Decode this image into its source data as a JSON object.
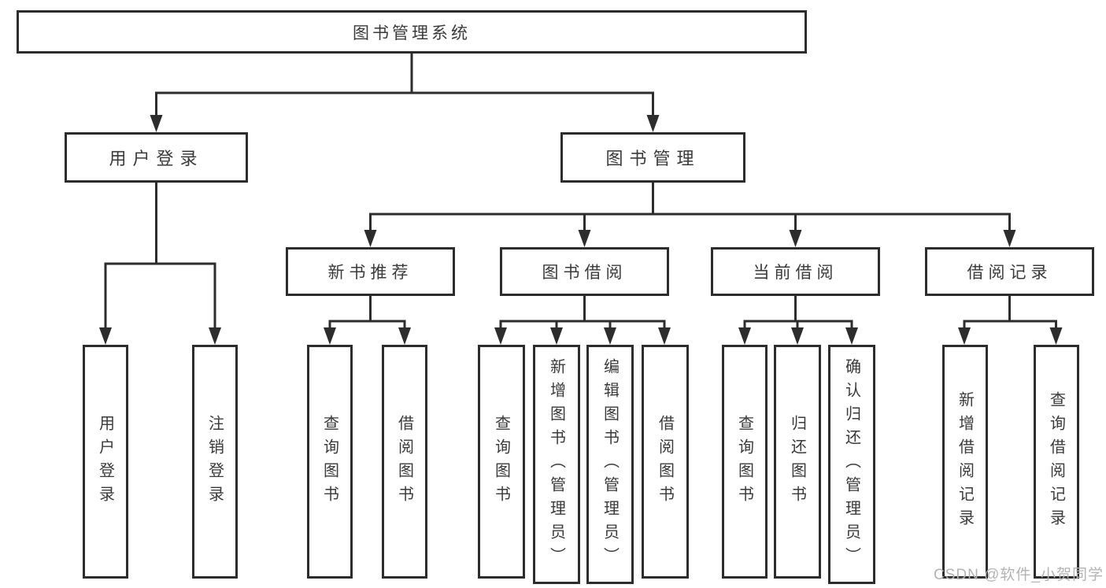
{
  "colors": {
    "background": "#ffffff",
    "line": "#2d2d2d",
    "box_border": "#2d2d2d",
    "text": "#3a3a3a",
    "watermark": "#b3b3b3"
  },
  "watermark": {
    "text": "CSDN @软件_小贺同学"
  },
  "diagram": {
    "type": "hierarchy-tree",
    "root": {
      "label": "图书管理系统",
      "children": [
        {
          "label": "用户登录",
          "children": [
            {
              "label": "用户登录"
            },
            {
              "label": "注销登录"
            }
          ]
        },
        {
          "label": "图书管理",
          "children": [
            {
              "label": "新书推荐",
              "children": [
                {
                  "label": "查询图书"
                },
                {
                  "label": "借阅图书"
                }
              ]
            },
            {
              "label": "图书借阅",
              "children": [
                {
                  "label": "查询图书"
                },
                {
                  "label": "新增图书（管理员）"
                },
                {
                  "label": "编辑图书（管理员）"
                },
                {
                  "label": "借阅图书"
                }
              ]
            },
            {
              "label": "当前借阅",
              "children": [
                {
                  "label": "查询图书"
                },
                {
                  "label": "归还图书"
                },
                {
                  "label": "确认归还（管理员）"
                }
              ]
            },
            {
              "label": "借阅记录",
              "children": [
                {
                  "label": "新增借阅记录"
                },
                {
                  "label": "查询借阅记录"
                }
              ]
            }
          ]
        }
      ]
    }
  }
}
